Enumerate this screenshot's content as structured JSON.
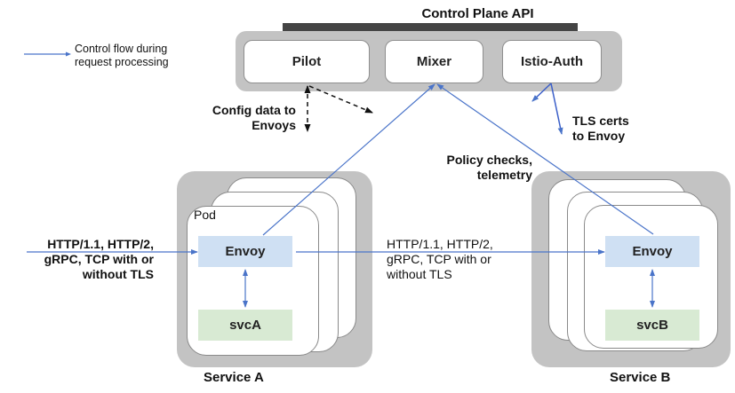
{
  "legend": {
    "text_line1": "Control flow during",
    "text_line2": "request processing",
    "color": "#4a74c9"
  },
  "control_plane": {
    "title": "Control Plane API",
    "components": [
      {
        "label": "Pilot"
      },
      {
        "label": "Mixer"
      },
      {
        "label": "Istio-Auth"
      }
    ]
  },
  "annotations": {
    "config_data_line1": "Config data to",
    "config_data_line2": "Envoys",
    "tls_certs_line1": "TLS certs",
    "tls_certs_line2": "to Envoy",
    "policy_line1": "Policy checks,",
    "policy_line2": "telemetry"
  },
  "ingress_protocols": {
    "line1": "HTTP/1.1, HTTP/2,",
    "line2": "gRPC, TCP with or",
    "line3": "without TLS"
  },
  "mesh_protocols": {
    "line1": "HTTP/1.1, HTTP/2,",
    "line2": "gRPC, TCP with or",
    "line3": "without TLS"
  },
  "service_a": {
    "label": "Service A",
    "pod_label": "Pod",
    "proxy": "Envoy",
    "app": "svcA"
  },
  "service_b": {
    "label": "Service B",
    "proxy": "Envoy",
    "app": "svcB"
  },
  "colors": {
    "arrow": "#4a74c9",
    "envoy_fill": "#cfe0f3",
    "service_fill": "#d8ead3",
    "panel_gray": "#c3c3c3",
    "api_bar": "#444444"
  }
}
